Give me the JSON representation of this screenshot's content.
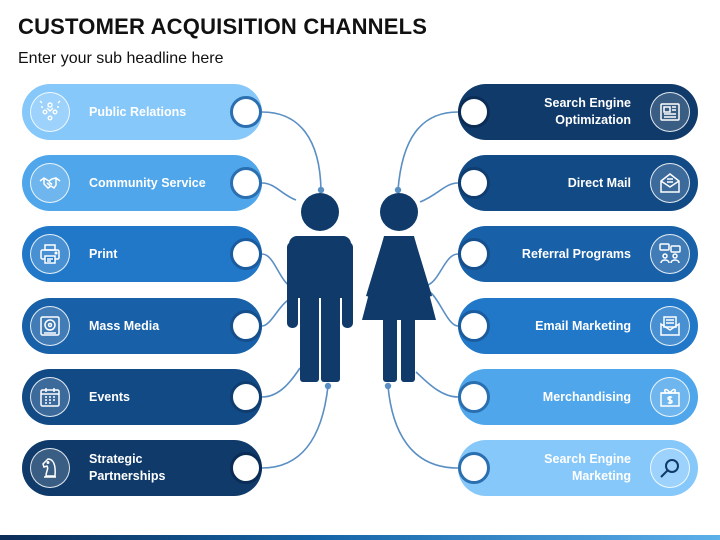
{
  "title": "CUSTOMER ACQUISITION CHANNELS",
  "subtitle": "Enter your sub headline here",
  "left_channels": [
    {
      "label": "Public Relations",
      "icon": "public-relations-icon",
      "color": "#87c8fa",
      "ring": "#1b5fa0"
    },
    {
      "label": "Community Service",
      "icon": "handshake-icon",
      "color": "#4fa6ea",
      "ring": "#1b5fa0"
    },
    {
      "label": "Print",
      "icon": "printer-icon",
      "color": "#2278c8",
      "ring": "#1b5fa0"
    },
    {
      "label": "Mass Media",
      "icon": "media-icon",
      "color": "#1860a8",
      "ring": "#1b5fa0"
    },
    {
      "label": "Events",
      "icon": "calendar-icon",
      "color": "#124a86",
      "ring": "#1b5fa0"
    },
    {
      "label": "Strategic Partnerships",
      "icon": "chess-knight-icon",
      "color": "#0f3a6a",
      "ring": "#1b5fa0"
    }
  ],
  "right_channels": [
    {
      "label": "Search Engine Optimization",
      "icon": "newspaper-icon",
      "color": "#0f3a6a",
      "ring": "#1b5fa0"
    },
    {
      "label": "Direct Mail",
      "icon": "mail-letter-icon",
      "color": "#124a86",
      "ring": "#1b5fa0"
    },
    {
      "label": "Referral Programs",
      "icon": "referral-icon",
      "color": "#1860a8",
      "ring": "#1b5fa0"
    },
    {
      "label": "Email Marketing",
      "icon": "email-icon",
      "color": "#2278c8",
      "ring": "#1b5fa0"
    },
    {
      "label": "Merchandising",
      "icon": "gift-dollar-icon",
      "color": "#4fa6ea",
      "ring": "#1b5fa0"
    },
    {
      "label": "Search Engine Marketing",
      "icon": "magnifier-icon",
      "color": "#87c8fa",
      "ring": "#1b5fa0"
    }
  ],
  "colors": {
    "figure": "#0f3a6a",
    "wire": "#5a8fc4"
  }
}
